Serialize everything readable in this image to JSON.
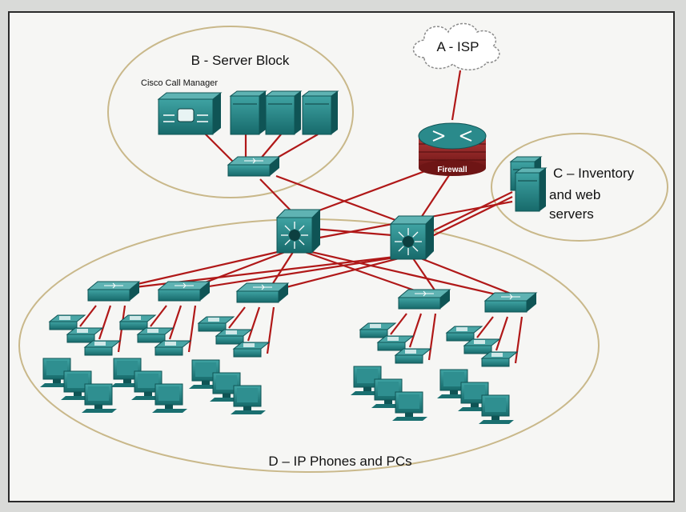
{
  "labels": {
    "isp": "A - ISP",
    "server_block": "B - Server Block",
    "call_manager": "Cisco Call Manager",
    "firewall": "Firewall",
    "inventory_line1": "C – Inventory",
    "inventory_line2": "and web",
    "inventory_line3": "servers",
    "endpoints": "D – IP Phones and PCs"
  },
  "colors": {
    "link": "#b01818",
    "device": "#1f7f80",
    "device_dark": "#0f5455",
    "zone_outline": "#c9b88a",
    "firewall_body": "#8a1f1f"
  },
  "icons": [
    "cloud-icon",
    "firewall-router-icon",
    "multilayer-switch-icon",
    "workgroup-switch-icon",
    "server-icon",
    "call-manager-icon",
    "ip-phone-icon",
    "pc-icon"
  ]
}
